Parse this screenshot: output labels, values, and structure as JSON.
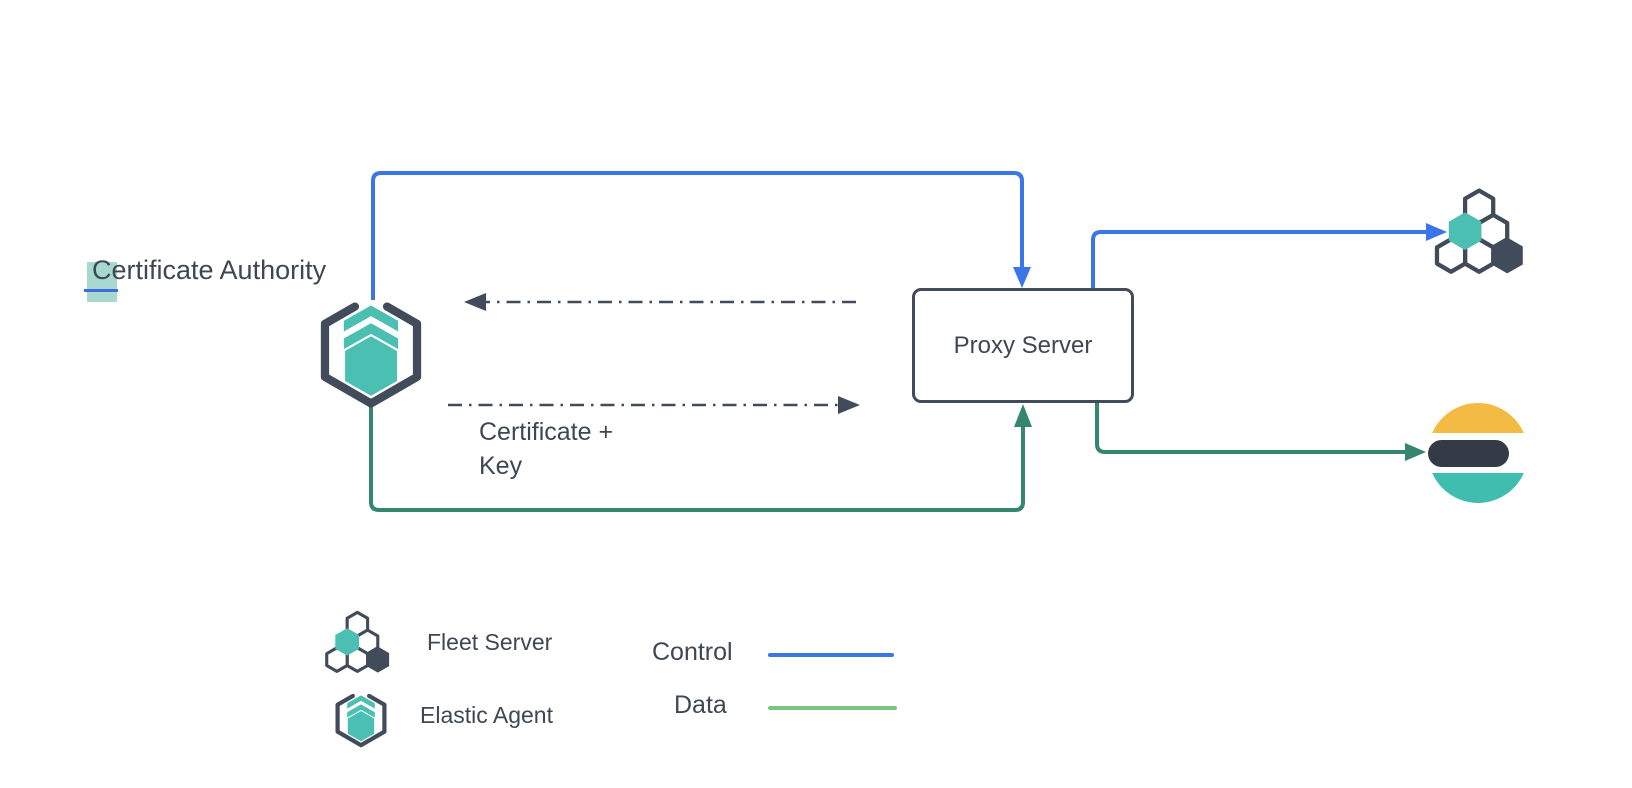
{
  "colors": {
    "control_blue": "#3b76e8",
    "data_green": "#35866f",
    "data_green_legend": "#7cc57e",
    "brand_teal": "#4abfb2",
    "dark_slate": "#414b5a",
    "elasticsearch_yellow": "#f3bb44",
    "elasticsearch_dark": "#343b47",
    "elasticsearch_teal": "#3fbeb0",
    "text_selection_highlight": "#a9d9ce",
    "caret_blue": "#3c6ce0"
  },
  "icons": [
    "elastic-agent-icon",
    "fleet-server-icon",
    "elasticsearch-icon"
  ],
  "diagram": {
    "certificate_authority": {
      "highlighted_char": "C",
      "rest": "ertificate Authority"
    },
    "proxy_server": {
      "label": "Proxy Server"
    },
    "certificate_key": {
      "line1": "Certificate +",
      "line2": "Key"
    }
  },
  "legend": {
    "items": [
      {
        "icon": "fleet-server-icon",
        "label": "Fleet Server"
      },
      {
        "icon": "elastic-agent-icon",
        "label": "Elastic Agent"
      }
    ],
    "lines": [
      {
        "label": "Control",
        "color": "#3b76e8"
      },
      {
        "label": "Data",
        "color": "#7cc57e"
      }
    ]
  }
}
